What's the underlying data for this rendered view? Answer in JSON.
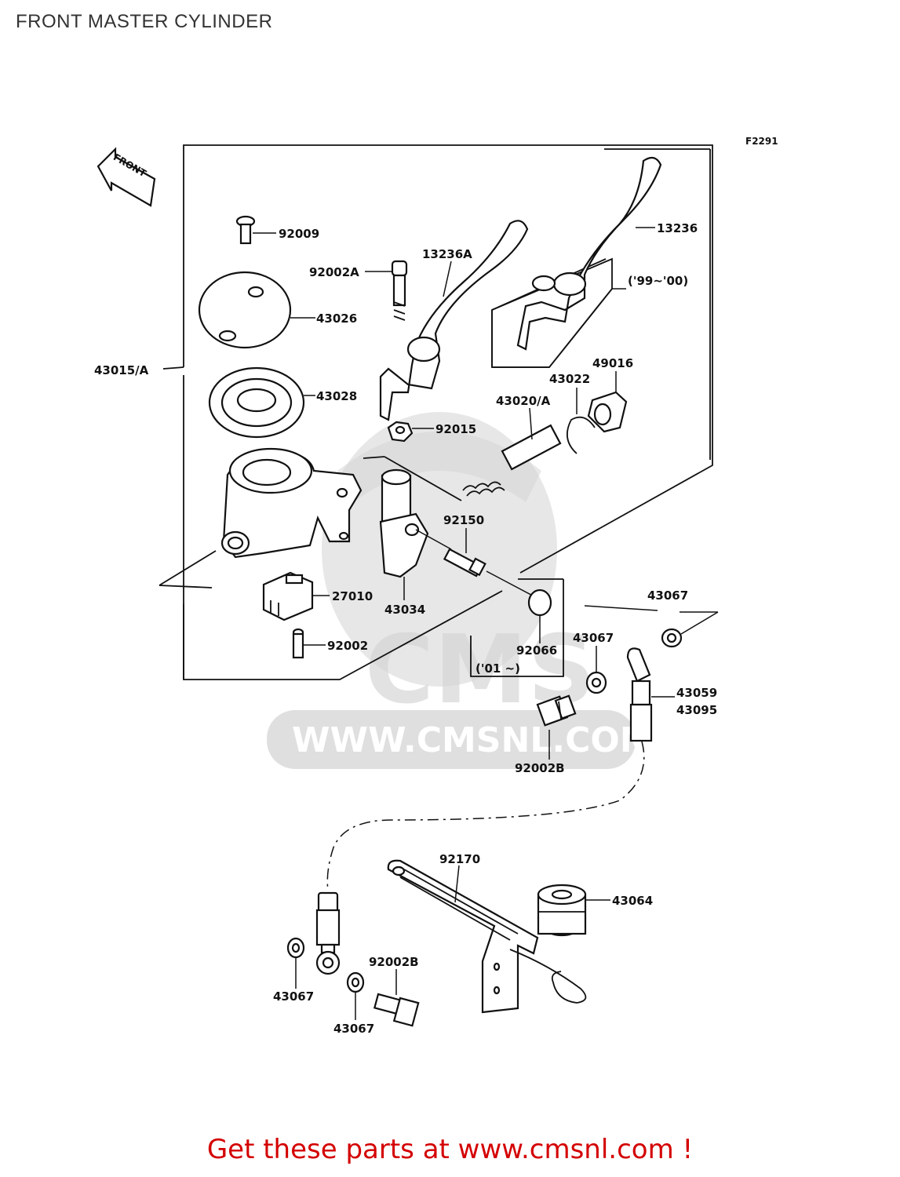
{
  "page": {
    "title": "FRONT MASTER CYLINDER",
    "figure_code": "F2291",
    "footer": "Get these parts at www.cmsnl.com !"
  },
  "watermark": {
    "logo": "CMS",
    "url": "WWW.CMSNL.COM"
  },
  "front_arrow": "FRONT",
  "labels": {
    "p92009": "92009",
    "p92002A": "92002A",
    "p13236A": "13236A",
    "p13236": "13236",
    "p99_00": "('99~'00)",
    "p43026": "43026",
    "p43015A": "43015/A",
    "p43028": "43028",
    "p49016": "49016",
    "p43022": "43022",
    "p43020A": "43020/A",
    "p92015": "92015",
    "p92150": "92150",
    "p27010": "27010",
    "p43034": "43034",
    "p43067a": "43067",
    "p43067b": "43067",
    "p92066": "92066",
    "p01": "('01 ~)",
    "p92002": "92002",
    "p43059": "43059",
    "p43095": "43095",
    "p92002B_a": "92002B",
    "p92170": "92170",
    "p43064": "43064",
    "p92002B_b": "92002B",
    "p43067c": "43067",
    "p43067d": "43067"
  }
}
